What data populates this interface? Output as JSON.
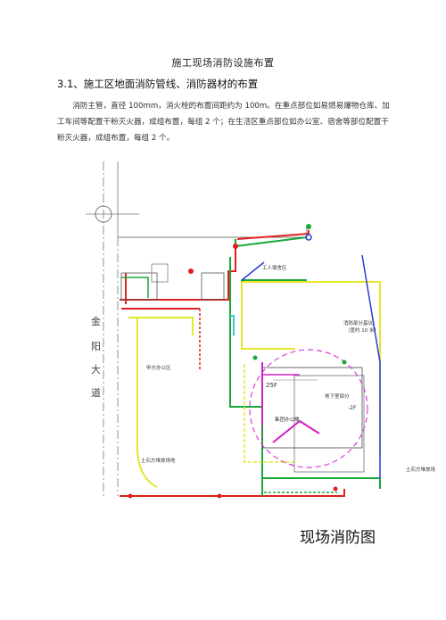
{
  "doc": {
    "title": "施工现场消防设施布置",
    "heading": "3.1、施工区地面消防管线、消防器材的布置",
    "paragraph": "消防主管，直径 100mm，消火栓的布置间距约为 100m。在重点部位如易燃易爆物仓库、加工车间等配置干粉灭火器，成组布置，每组 2 个；在生活区重点部位如办公室、宿舍等部位配置干粉灭火器，成组布置，每组 2 个。",
    "caption": "现场消防图"
  },
  "plan": {
    "road_chars": [
      "金",
      "阳",
      "大",
      "道"
    ],
    "labels": {
      "dorm": "工人宿舍区",
      "owner_office": "甲方办公区",
      "earth_yard_left": "土石方堆放场地",
      "earth_yard_right": "土石方堆放场",
      "fire_section": "消防部分基坑",
      "fire_section_sub": "（宽约 10 米）",
      "floor_25": "25F",
      "basement": "地下室部分",
      "floor_2": "-2F",
      "group_office": "集团办公楼"
    },
    "colors": {
      "fire_main": "#e02020",
      "green_line": "#1aa83a",
      "yellow_line": "#e6e62a",
      "blue_line": "#2a3bd8",
      "dash_circle": "#e03ad8",
      "magenta": "#d020c0"
    }
  }
}
